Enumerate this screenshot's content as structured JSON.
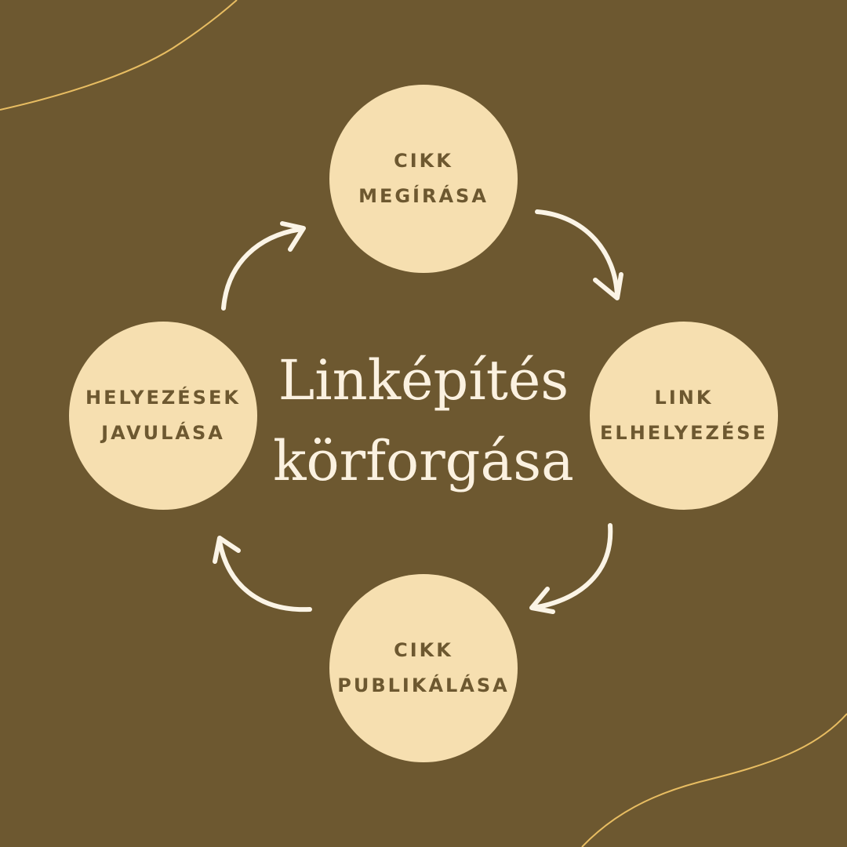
{
  "colors": {
    "background": "#6d5830",
    "circle_fill": "#f6dfb0",
    "circle_text": "#6d5830",
    "title_text": "#fbf1e0",
    "arrow": "#fbf4e6",
    "decor_line": "#e8bd62"
  },
  "title": {
    "line1": "Linképítés",
    "line2": "körforgása"
  },
  "nodes": {
    "top": {
      "line1": "CIKK",
      "line2": "MEGÍRÁSA"
    },
    "right": {
      "line1": "LINK",
      "line2": "ELHELYEZÉSE"
    },
    "bottom": {
      "line1": "CIKK",
      "line2": "PUBLIKÁLÁSA"
    },
    "left": {
      "line1": "HELYEZÉSEK",
      "line2": "JAVULÁSA"
    }
  },
  "flow": [
    {
      "from": "top",
      "to": "right"
    },
    {
      "from": "right",
      "to": "bottom"
    },
    {
      "from": "bottom",
      "to": "left"
    },
    {
      "from": "left",
      "to": "top"
    }
  ]
}
